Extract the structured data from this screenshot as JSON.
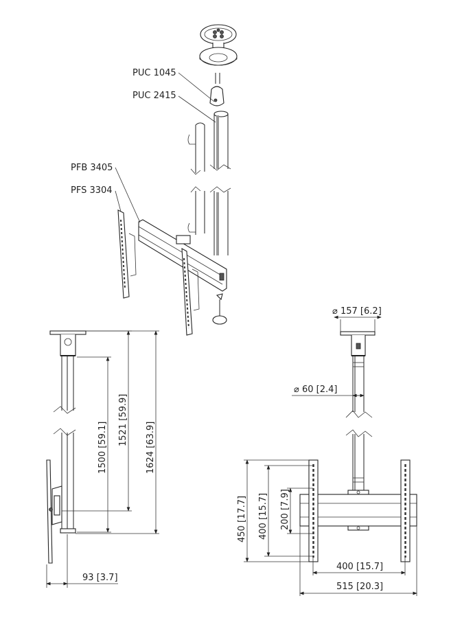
{
  "parts": [
    {
      "code": "PUC 1045"
    },
    {
      "code": "PUC 2415"
    },
    {
      "code": "PFB 3405"
    },
    {
      "code": "PFS 3304"
    }
  ],
  "side_view": {
    "dims": [
      {
        "mm": "1500",
        "in": "59.1"
      },
      {
        "mm": "1521",
        "in": "59.9"
      },
      {
        "mm": "1624",
        "in": "63.9"
      },
      {
        "mm": "93",
        "in": "3.7"
      }
    ]
  },
  "front_view": {
    "plate_diameter": {
      "symbol": "⌀",
      "mm": "157",
      "in": "6.2"
    },
    "pole_diameter": {
      "symbol": "⌀",
      "mm": "60",
      "in": "2.4"
    },
    "dims": [
      {
        "mm": "450",
        "in": "17.7"
      },
      {
        "mm": "400",
        "in": "15.7"
      },
      {
        "mm": "200",
        "in": "7.9"
      },
      {
        "mm": "400",
        "in": "15.7"
      },
      {
        "mm": "515",
        "in": "20.3"
      }
    ]
  }
}
